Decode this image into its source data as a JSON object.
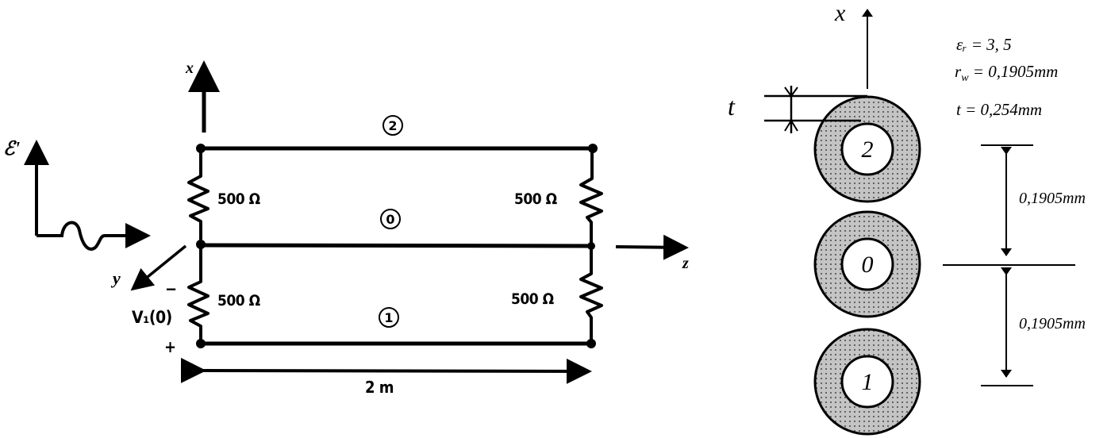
{
  "left_diagram": {
    "axes": {
      "x_label": "x",
      "y_label": "y",
      "z_label": "z"
    },
    "incident_field": {
      "label": "ℰ'"
    },
    "wires": [
      {
        "id": "2",
        "tag": "2"
      },
      {
        "id": "0",
        "tag": "0"
      },
      {
        "id": "1",
        "tag": "1"
      }
    ],
    "resistors": {
      "left_upper": "500 Ω",
      "left_lower": "500 Ω",
      "right_upper": "500 Ω",
      "right_lower": "500 Ω"
    },
    "voltage": {
      "label": "V₁(0)",
      "minus": "−",
      "plus": "+"
    },
    "length": {
      "label": "2 m"
    }
  },
  "right_diagram": {
    "axis": {
      "x_label": "x"
    },
    "t_label": "t",
    "params": {
      "epsilon": "εᵣ = 3, 5",
      "radius": "r",
      "radius_sub": "w",
      "radius_value": " = 0,1905mm",
      "thickness": "t = 0,254mm"
    },
    "conductors": [
      {
        "id": "2",
        "label": "2"
      },
      {
        "id": "0",
        "label": "0"
      },
      {
        "id": "1",
        "label": "1"
      }
    ],
    "spacing": {
      "upper": "0,1905mm",
      "lower": "0,1905mm"
    },
    "colors": {
      "insulation_fill": "#c4c4c4",
      "stroke": "#000000",
      "background": "#ffffff"
    }
  }
}
